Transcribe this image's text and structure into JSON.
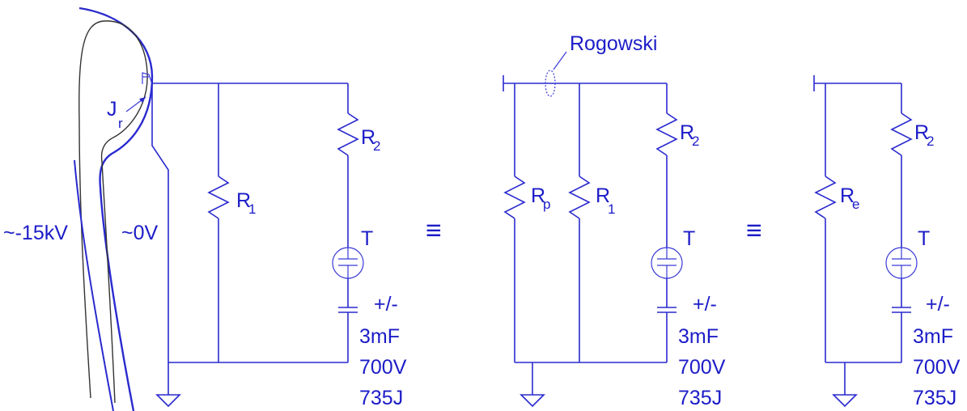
{
  "colors": {
    "wire": "#2a2acf",
    "text": "#1c1cc8",
    "electrode": "#333333"
  },
  "electrode": {
    "current_label": "J",
    "current_sub": "r",
    "outer_voltage": "~-15kV",
    "inner_voltage": "~0V"
  },
  "equivalence_symbol": "≡",
  "circuit1": {
    "r1_label": "R",
    "r1_sub": "1",
    "r2_label": "R",
    "r2_sub": "2",
    "tube_label": "T",
    "cap_lines": [
      "+/-",
      "3mF",
      "700V",
      "735J"
    ]
  },
  "circuit2": {
    "rogowski_label": "Rogowski",
    "rp_label": "R",
    "rp_sub": "p",
    "r1_label": "R",
    "r1_sub": "1",
    "r2_label": "R",
    "r2_sub": "2",
    "tube_label": "T",
    "cap_lines": [
      "+/-",
      "3mF",
      "700V",
      "735J"
    ]
  },
  "circuit3": {
    "re_label": "R",
    "re_sub": "e",
    "r2_label": "R",
    "r2_sub": "2",
    "tube_label": "T",
    "cap_lines": [
      "+/-",
      "3mF",
      "700V",
      "735J"
    ]
  }
}
